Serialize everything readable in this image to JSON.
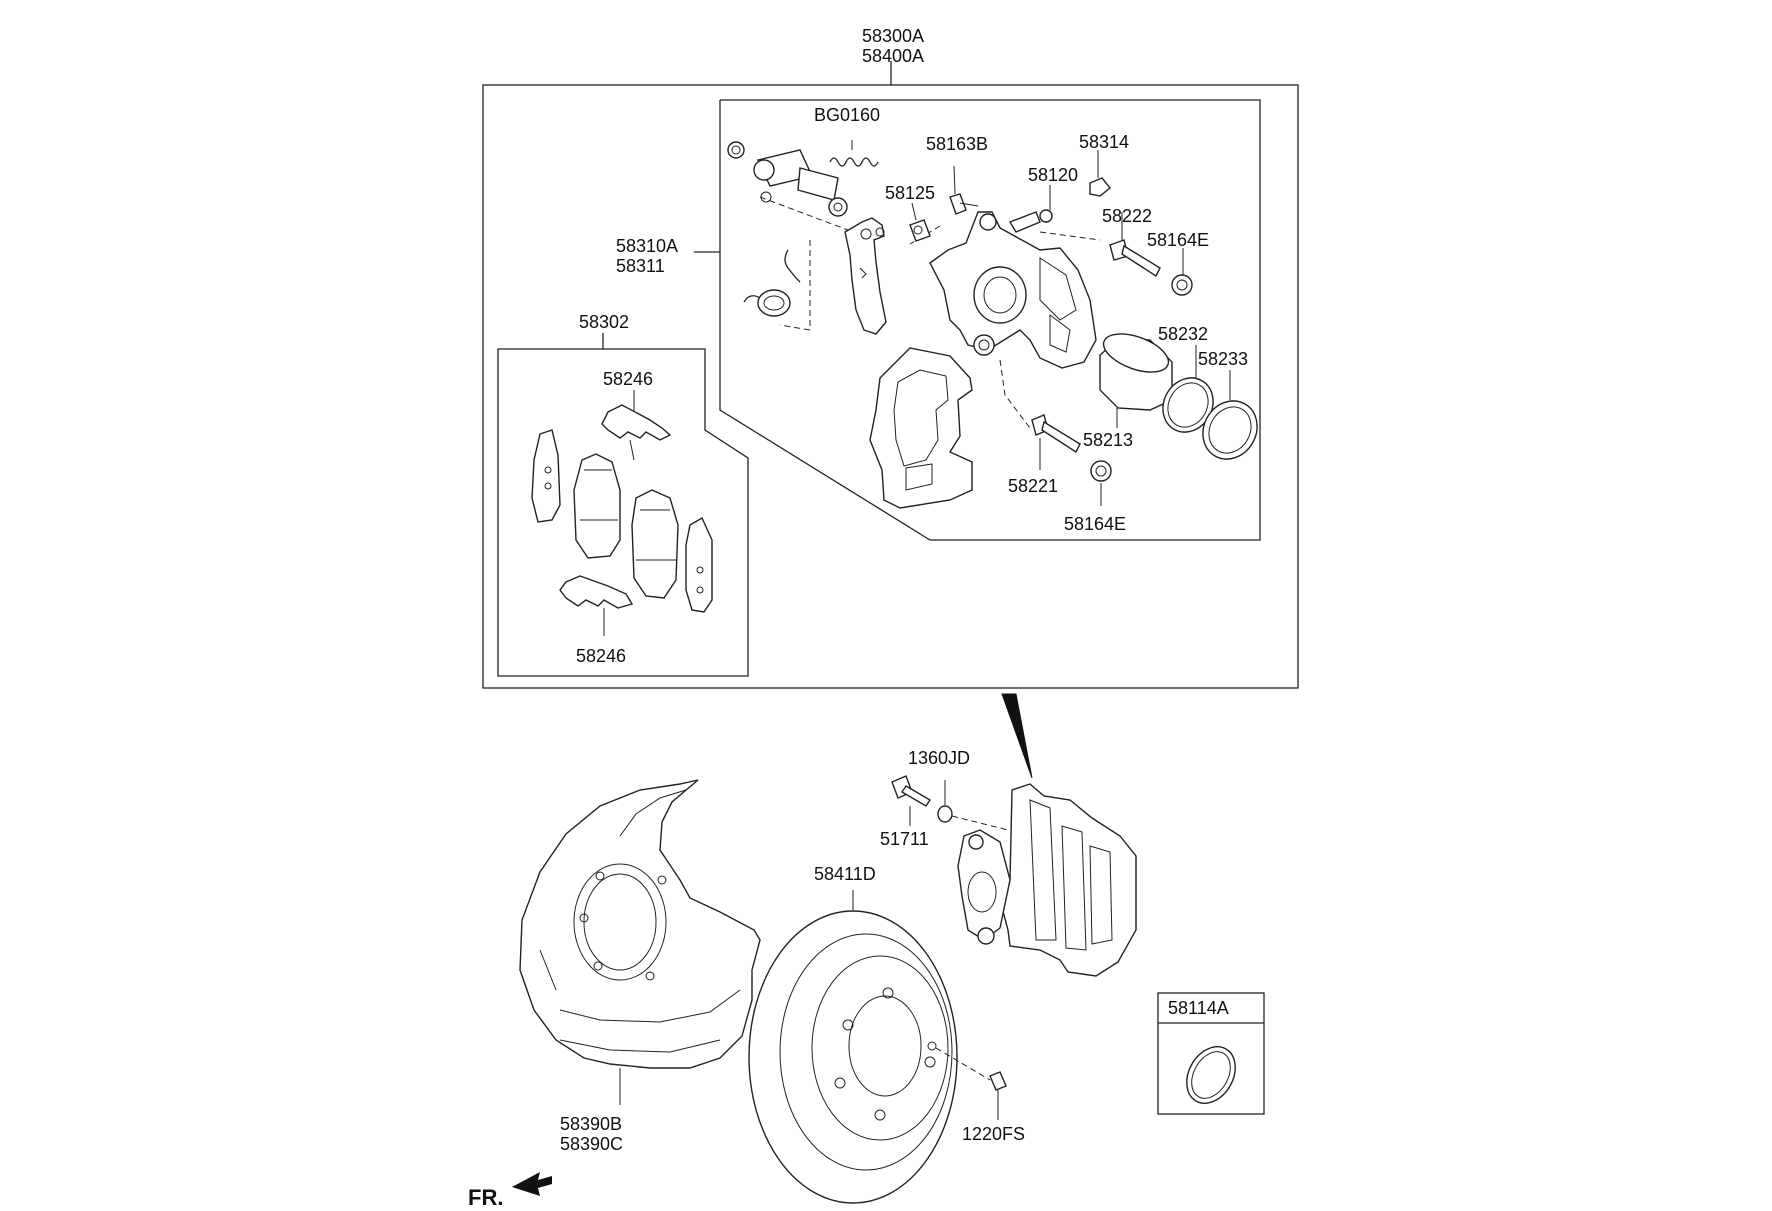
{
  "diagram": {
    "labels": {
      "assembly_a": "58300A",
      "assembly_b": "58400A",
      "bg0160": "BG0160",
      "p58163b": "58163B",
      "p58314": "58314",
      "p58120": "58120",
      "p58125": "58125",
      "p58222": "58222",
      "p58164e_top": "58164E",
      "p58310a": "58310A",
      "p58311": "58311",
      "p58302": "58302",
      "p58246_top": "58246",
      "p58246_bottom": "58246",
      "p58232": "58232",
      "p58233": "58233",
      "p58213": "58213",
      "p58221": "58221",
      "p58164e_bottom": "58164E",
      "p1360jd": "1360JD",
      "p51711": "51711",
      "p58411d": "58411D",
      "p58114a": "58114A",
      "p58390b": "58390B",
      "p58390c": "58390C",
      "p1220fs": "1220FS",
      "front_marker": "FR."
    }
  }
}
